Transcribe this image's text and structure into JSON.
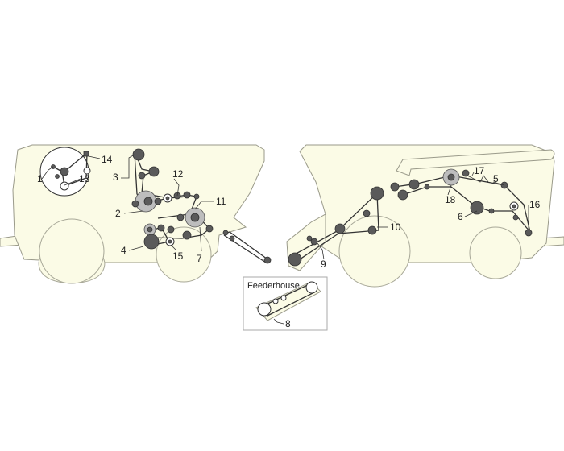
{
  "colors": {
    "body": "#fbfbe6",
    "outline": "#9a9a8a",
    "belt": "#333333",
    "pulley_dark": "#5a5a5a",
    "pulley_light": "#bdbdbd"
  },
  "callouts": {
    "c1": "1",
    "c2": "2",
    "c3": "3",
    "c4": "4",
    "c5": "5",
    "c6": "6",
    "c7": "7",
    "c8": "8",
    "c9": "9",
    "c10": "10",
    "c11": "11",
    "c12": "12",
    "c13": "13",
    "c14": "14",
    "c15": "15",
    "c16": "16",
    "c17": "17",
    "c18": "18"
  },
  "inset": {
    "title": "Feederhouse"
  }
}
